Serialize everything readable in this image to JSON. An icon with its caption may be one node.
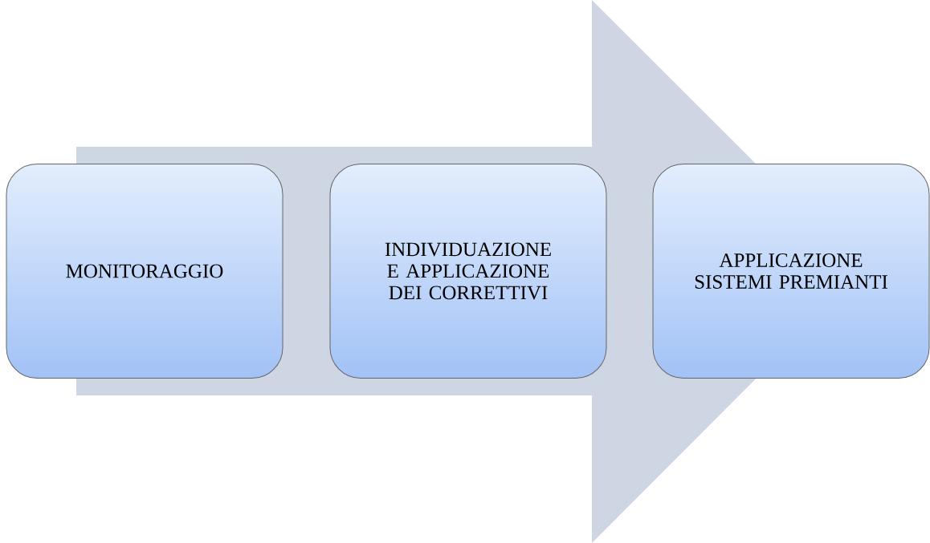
{
  "diagram": {
    "nodes": [
      {
        "text": [
          "MONITORAGGIO"
        ]
      },
      {
        "text": [
          "INDIVIDUAZIONE E APPLICAZIONE DEI CORRETTIVI"
        ]
      },
      {
        "text": [
          "APPLICAZIONE SISTEMI PREMIANTI"
        ]
      }
    ],
    "edges": [
      {
        "from": 0,
        "to": 2,
        "arrow": "to"
      }
    ]
  }
}
